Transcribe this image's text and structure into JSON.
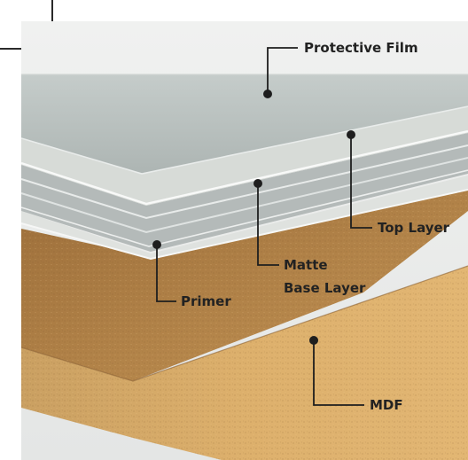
{
  "labels": {
    "protective_film": "Protective Film",
    "top_layer": "Top Layer",
    "matte_base_line1": "Matte",
    "matte_base_line2": "Base Layer",
    "primer": "Primer",
    "mdf": "MDF"
  },
  "colors": {
    "background": "#e9ebea",
    "film": "#b9c1bf",
    "top_layer": "#d9ddd9",
    "base_layer": "#b5bbba",
    "primer": "#dcdfdc",
    "mdf_top": "#a87a42",
    "mdf_side": "#d9aa67",
    "leader": "#1e1e1e"
  }
}
